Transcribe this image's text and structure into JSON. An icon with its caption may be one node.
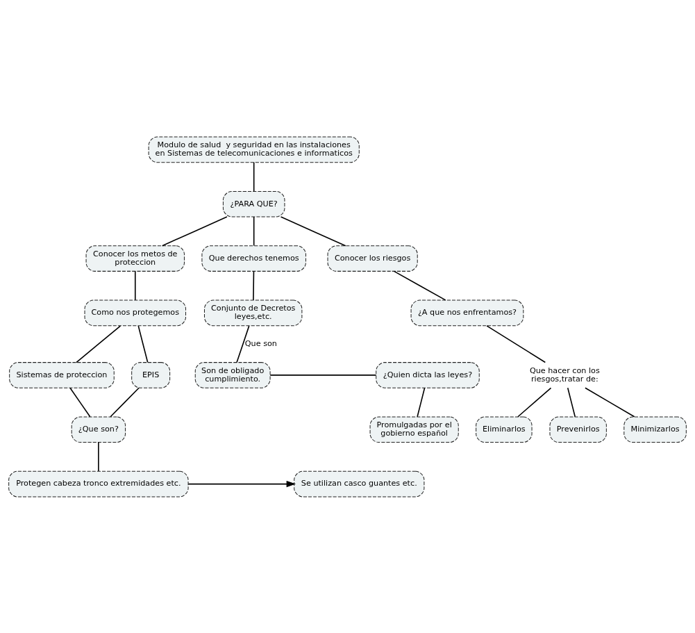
{
  "diagram": {
    "nodes": [
      {
        "text": [
          "Modulo de salud  y seguridad en las instalaciones en Sistemas de telecomunicaciones e informaticos"
        ]
      },
      {
        "text": [
          "¿PARA QUE?"
        ]
      },
      {
        "text": [
          "Conocer los metos de proteccion"
        ]
      },
      {
        "text": [
          "Que derechos tenemos"
        ]
      },
      {
        "text": [
          "Conocer los riesgos"
        ]
      },
      {
        "text": [
          "Como nos protegemos"
        ]
      },
      {
        "text": [
          "Conjunto de Decretos leyes,etc."
        ]
      },
      {
        "text": [
          "¿A que nos enfrentamos?"
        ]
      },
      {
        "text": [
          "Sistemas de proteccion"
        ]
      },
      {
        "text": [
          "EPIS"
        ]
      },
      {
        "text": [
          "Son de obligado cumplimiento."
        ]
      },
      {
        "text": [
          "¿Quien dicta las leyes?"
        ]
      },
      {
        "text": [
          "Que hacer con los riesgos,tratar de:"
        ]
      },
      {
        "text": [
          "Promulgadas por el gobierno español"
        ]
      },
      {
        "text": [
          "Eliminarlos"
        ]
      },
      {
        "text": [
          "Prevenirlos"
        ]
      },
      {
        "text": [
          "Minimizarlos"
        ]
      },
      {
        "text": [
          "¿Que son?"
        ]
      },
      {
        "text": [
          "Protegen cabeza tronco extremidades etc."
        ]
      },
      {
        "text": [
          "Se utilizan casco guantes etc."
        ]
      }
    ],
    "edges": [
      {
        "from": 0,
        "to": 1,
        "arrow": "none"
      },
      {
        "from": 1,
        "to": 2,
        "arrow": "none"
      },
      {
        "from": 1,
        "to": 3,
        "arrow": "none"
      },
      {
        "from": 1,
        "to": 4,
        "arrow": "none"
      },
      {
        "from": 2,
        "to": 5,
        "arrow": "none"
      },
      {
        "from": 3,
        "to": 6,
        "arrow": "none"
      },
      {
        "from": 4,
        "to": 7,
        "arrow": "none"
      },
      {
        "from": 5,
        "to": 8,
        "arrow": "none"
      },
      {
        "from": 5,
        "to": 9,
        "arrow": "none"
      },
      {
        "from": 6,
        "to": 10,
        "label": "Que son",
        "arrow": "none"
      },
      {
        "from": 10,
        "to": 11,
        "arrow": "none"
      },
      {
        "from": 11,
        "to": 13,
        "arrow": "none"
      },
      {
        "from": 7,
        "to": 12,
        "arrow": "none"
      },
      {
        "from": 12,
        "to": 14,
        "arrow": "none"
      },
      {
        "from": 12,
        "to": 15,
        "arrow": "none"
      },
      {
        "from": 12,
        "to": 16,
        "arrow": "none"
      },
      {
        "from": 8,
        "to": 17,
        "arrow": "none"
      },
      {
        "from": 9,
        "to": 17,
        "arrow": "none"
      },
      {
        "from": 17,
        "to": 18,
        "arrow": "none"
      },
      {
        "from": 18,
        "to": 19,
        "arrow": "to"
      }
    ]
  }
}
